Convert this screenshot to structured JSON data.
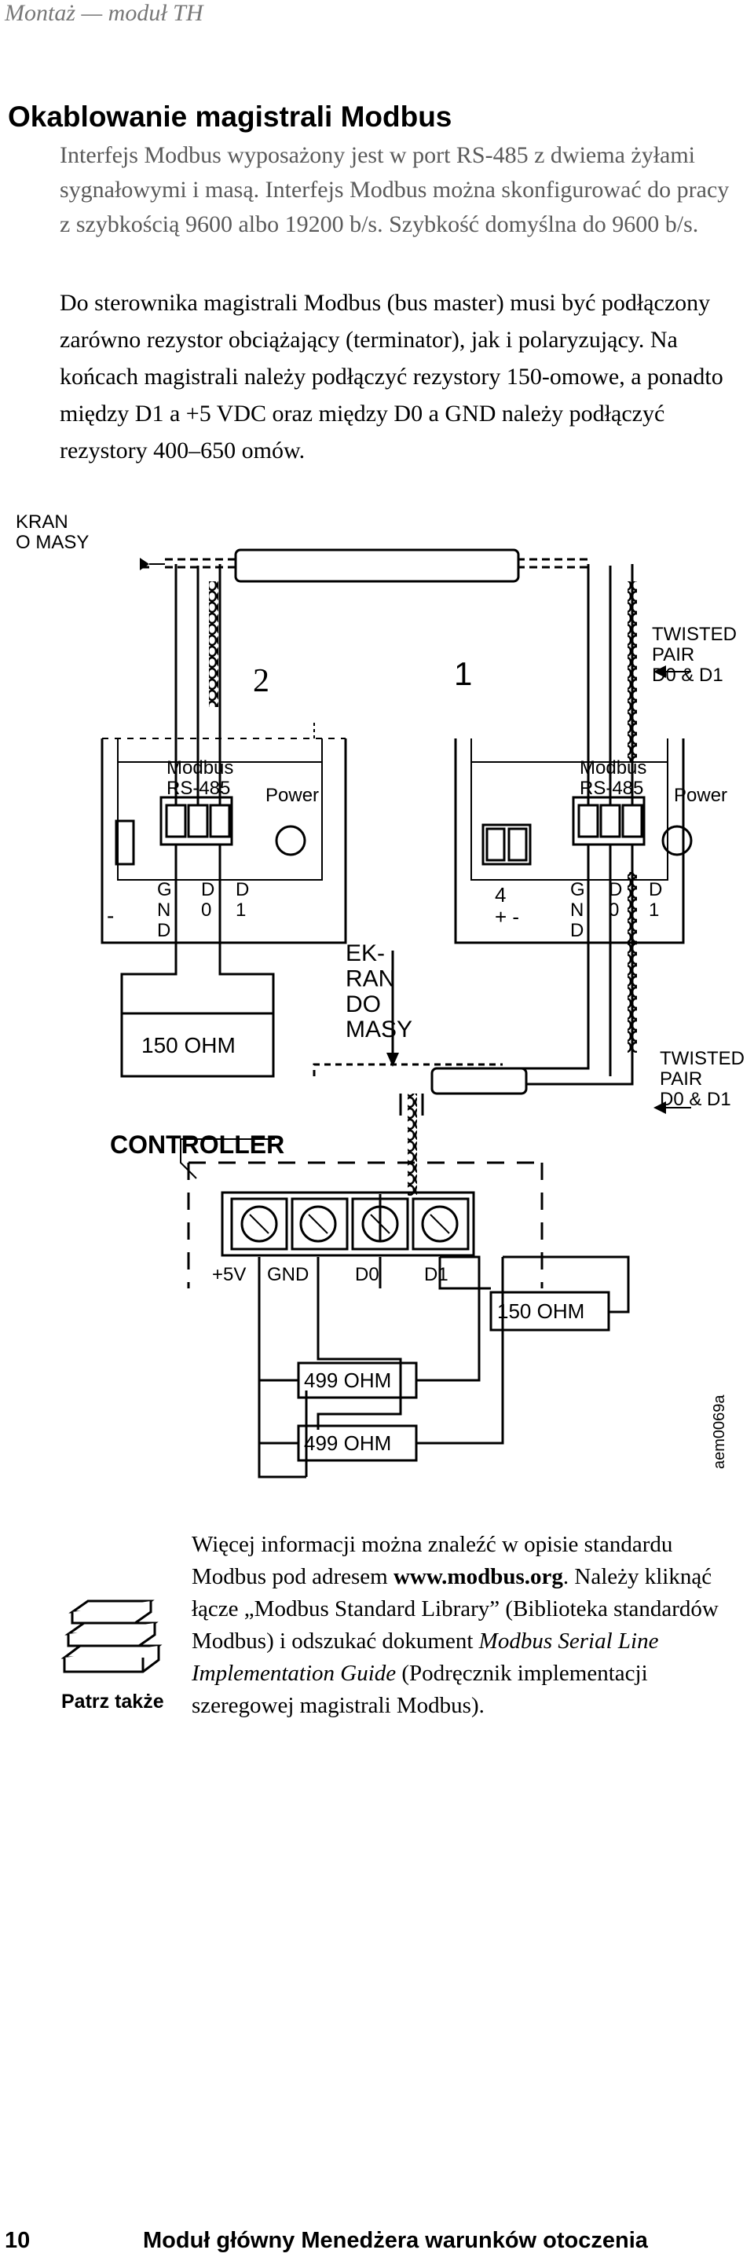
{
  "header": {
    "running_title": "Montaż — moduł TH"
  },
  "section": {
    "title": "Okablowanie magistrali Modbus",
    "paragraph1": "Interfejs Modbus wyposażony jest w port RS-485 z dwiema żyłami sygnałowymi i masą. Interfejs Modbus można skonfigurować do pracy z szybkością 9600 albo 19200 b/s. Szybkość domyślna do 9600 b/s.",
    "paragraph2": "Do sterownika magistrali Modbus (bus master) musi być podłączony zarówno rezystor obciążający (terminator), jak i polaryzujący. Na końcach magistrali należy podłączyć rezystory 150-omowe, a ponadto między D1 a +5 VDC oraz między D0 a GND należy podłączyć rezystory 400–650 omów."
  },
  "diagram": {
    "shield_top": "KRAN\nO MASY",
    "module_left_number": "2",
    "module_right_number": "1",
    "twisted_pair_top": "TWISTED\nPAIR\nD0 & D1",
    "modbus_label": "Modbus\nRS-485",
    "power_label": "Power",
    "pin_gnd": "G\nN\nD",
    "pin_d0": "D\n0",
    "pin_d1": "D\n1",
    "left_dash": "-",
    "power_pins": "4\n+ -",
    "resistor_150_left": "150 OHM",
    "shield_middle": "EK-\nRAN\nDO\nMASY",
    "twisted_pair_bottom": "TWISTED\nPAIR\nD0 & D1",
    "controller_label": "CONTROLLER",
    "terminal_labels": [
      "+5V",
      "GND",
      "D0",
      "D1"
    ],
    "resistor_150_right": "150 OHM",
    "resistor_499_a": "499 OHM",
    "resistor_499_b": "499 OHM",
    "figure_id": "aem0069a"
  },
  "see_also": {
    "label": "Patrz także",
    "text_before": "Więcej informacji można znaleźć w opisie standardu Modbus pod adresem ",
    "url": "www.modbus.org",
    "text_middle": ". Należy kliknąć łącze „Modbus Standard Library” (Biblioteka standardów Modbus) i odszukać dokument ",
    "doc_title": "Modbus Serial Line Implementation Guide",
    "text_after": " (Podręcznik implementacji szeregowej magistrali Modbus)."
  },
  "footer": {
    "page_number": "10",
    "document_title": "Moduł główny Menedżera warunków otoczenia"
  }
}
